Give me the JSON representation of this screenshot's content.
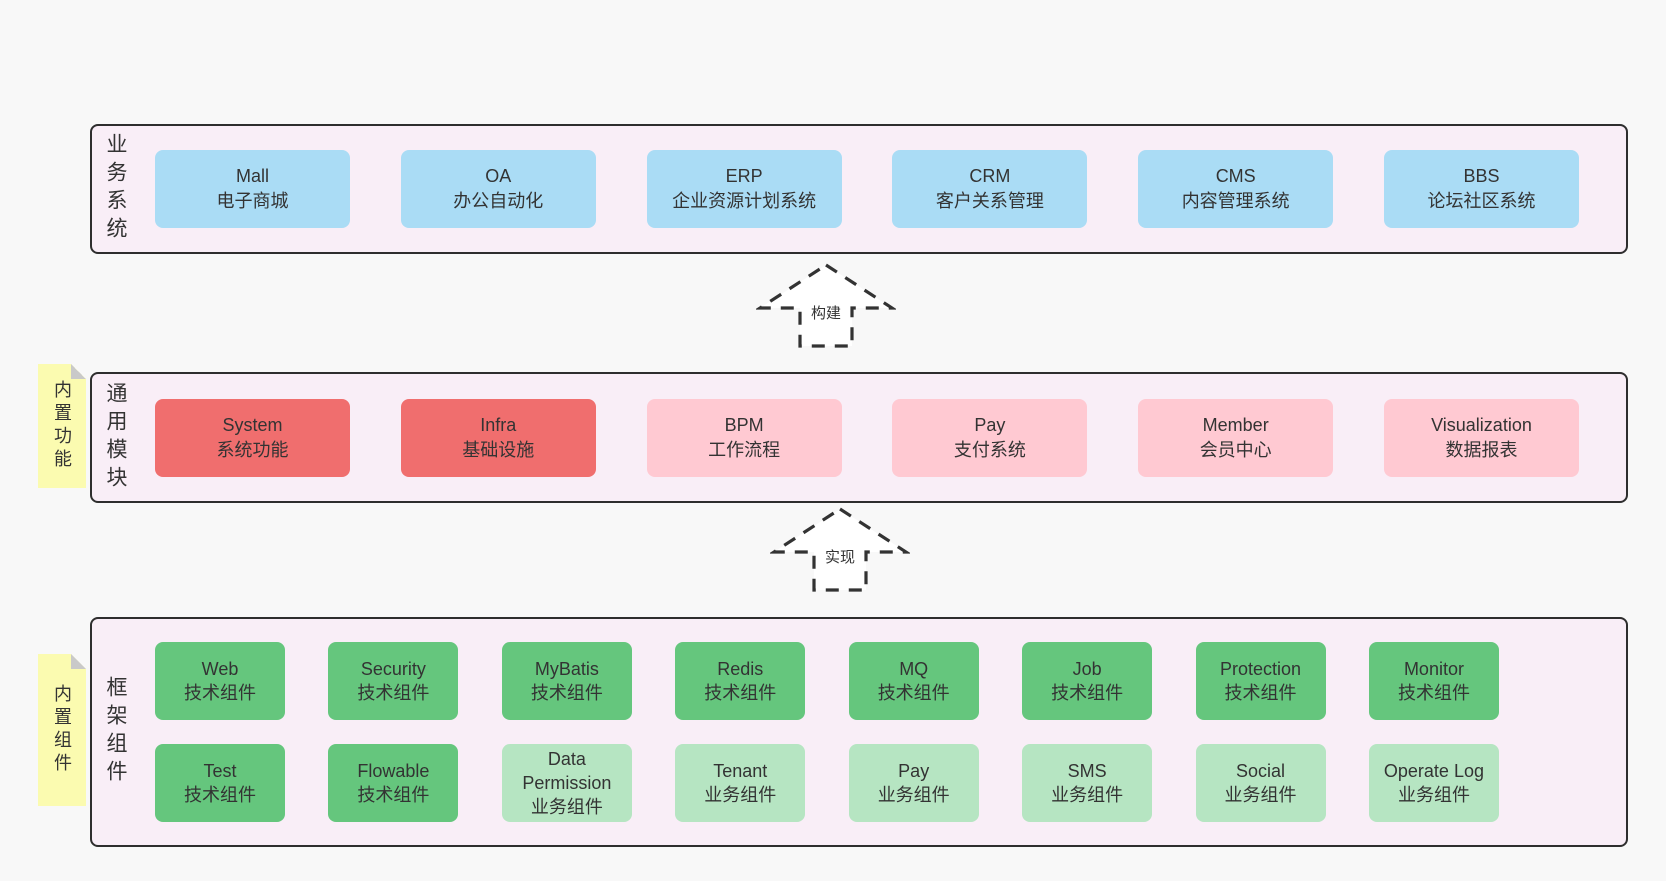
{
  "colors": {
    "page_bg": "#f8f8f8",
    "panel_bg": "#f9eef7",
    "panel_border": "#2e2e2e",
    "blue": "#aadcf5",
    "red": "#f06e6e",
    "pink": "#ffc9d2",
    "green_dark": "#65c67d",
    "green_light": "#b6e5c2",
    "sticky_bg": "#fbfbb0",
    "sticky_fold": "#c9c9c9",
    "text": "#333333"
  },
  "arrows": [
    {
      "label": "构建"
    },
    {
      "label": "实现"
    }
  ],
  "panels": {
    "business": {
      "label": "业务系统",
      "boxes": [
        {
          "name": "Mall",
          "desc": "电子商城"
        },
        {
          "name": "OA",
          "desc": "办公自动化"
        },
        {
          "name": "ERP",
          "desc": "企业资源计划系统"
        },
        {
          "name": "CRM",
          "desc": "客户关系管理"
        },
        {
          "name": "CMS",
          "desc": "内容管理系统"
        },
        {
          "name": "BBS",
          "desc": "论坛社区系统"
        }
      ]
    },
    "modules": {
      "label": "通用模块",
      "sticky": "内置功能",
      "boxes": [
        {
          "name": "System",
          "desc": "系统功能"
        },
        {
          "name": "Infra",
          "desc": "基础设施"
        },
        {
          "name": "BPM",
          "desc": "工作流程"
        },
        {
          "name": "Pay",
          "desc": "支付系统"
        },
        {
          "name": "Member",
          "desc": "会员中心"
        },
        {
          "name": "Visualization",
          "desc": "数据报表"
        }
      ]
    },
    "framework": {
      "label": "框架组件",
      "sticky": "内置组件",
      "row1": [
        {
          "name": "Web",
          "desc": "技术组件"
        },
        {
          "name": "Security",
          "desc": "技术组件"
        },
        {
          "name": "MyBatis",
          "desc": "技术组件"
        },
        {
          "name": "Redis",
          "desc": "技术组件"
        },
        {
          "name": "MQ",
          "desc": "技术组件"
        },
        {
          "name": "Job",
          "desc": "技术组件"
        },
        {
          "name": "Protection",
          "desc": "技术组件"
        },
        {
          "name": "Monitor",
          "desc": "技术组件"
        }
      ],
      "row2": [
        {
          "name": "Test",
          "desc": "技术组件"
        },
        {
          "name": "Flowable",
          "desc": "技术组件"
        },
        {
          "name": "Data Permission",
          "desc": "业务组件"
        },
        {
          "name": "Tenant",
          "desc": "业务组件"
        },
        {
          "name": "Pay",
          "desc": "业务组件"
        },
        {
          "name": "SMS",
          "desc": "业务组件"
        },
        {
          "name": "Social",
          "desc": "业务组件"
        },
        {
          "name": "Operate Log",
          "desc": "业务组件"
        }
      ]
    }
  }
}
